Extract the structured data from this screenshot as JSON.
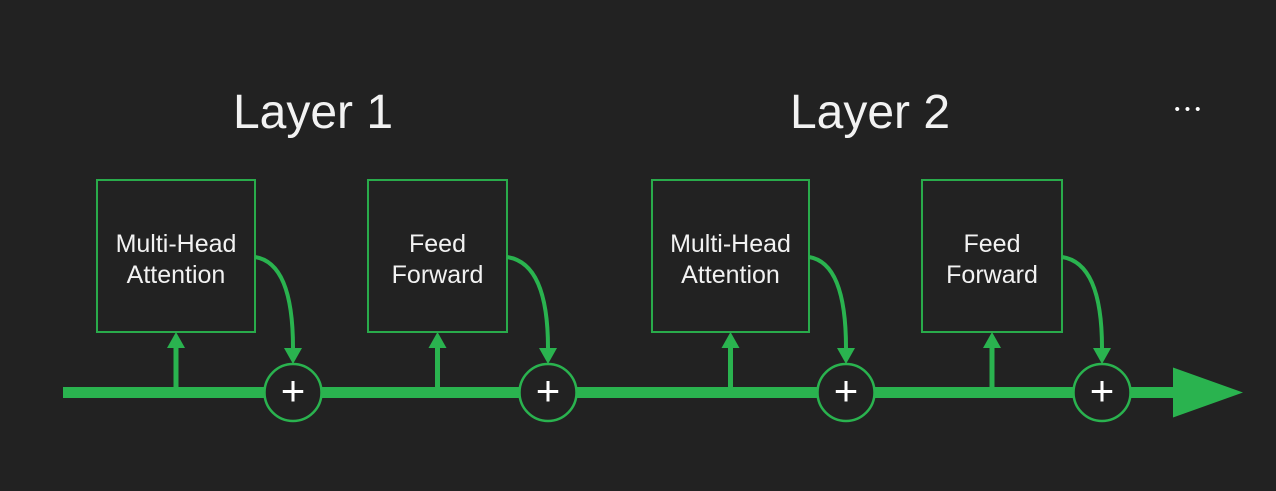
{
  "colors": {
    "background": "#222222",
    "green": "#2ab34f",
    "box_border": "#29ab4b",
    "text": "#f2f2f2",
    "plus_color": "#ffffff"
  },
  "layers": [
    {
      "label": "Layer 1",
      "blocks": [
        {
          "line1": "Multi-Head",
          "line2": "Attention",
          "add": "+"
        },
        {
          "line1": "Feed",
          "line2": "Forward",
          "add": "+"
        }
      ]
    },
    {
      "label": "Layer 2",
      "blocks": [
        {
          "line1": "Multi-Head",
          "line2": "Attention",
          "add": "+"
        },
        {
          "line1": "Feed",
          "line2": "Forward",
          "add": "+"
        }
      ]
    }
  ],
  "more_layers_ellipsis": "•••",
  "icons": {
    "residual_arrow": "right-arrow-icon",
    "add_node": "plus-circle-icon",
    "more_layers": "ellipsis-icon"
  }
}
